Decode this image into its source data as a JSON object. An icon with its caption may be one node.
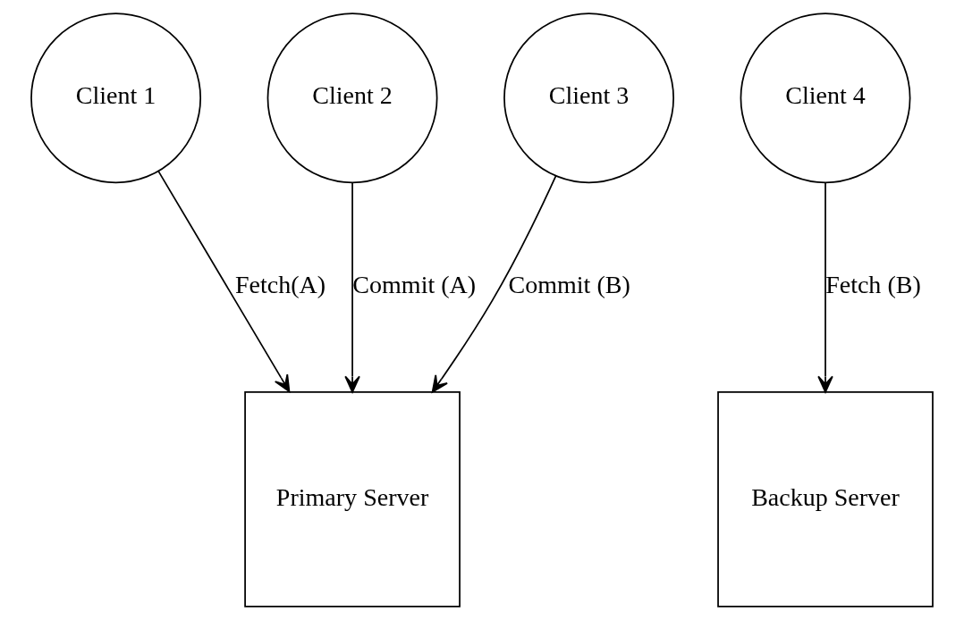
{
  "diagram": {
    "nodes": [
      {
        "text": [
          "Client 1"
        ]
      },
      {
        "text": [
          "Client 2"
        ]
      },
      {
        "text": [
          "Client 3"
        ]
      },
      {
        "text": [
          "Client 4"
        ]
      },
      {
        "text": [
          "Primary Server"
        ]
      },
      {
        "text": [
          "Backup Server"
        ]
      }
    ],
    "edges": [
      {
        "from": 0,
        "to": 4,
        "arrow": "to",
        "label": "Fetch(A)"
      },
      {
        "from": 1,
        "to": 4,
        "arrow": "to",
        "label": "Commit (A)"
      },
      {
        "from": 2,
        "to": 4,
        "arrow": "to",
        "label": "Commit (B)"
      },
      {
        "from": 3,
        "to": 5,
        "arrow": "to",
        "label": "Fetch (B)"
      }
    ]
  }
}
